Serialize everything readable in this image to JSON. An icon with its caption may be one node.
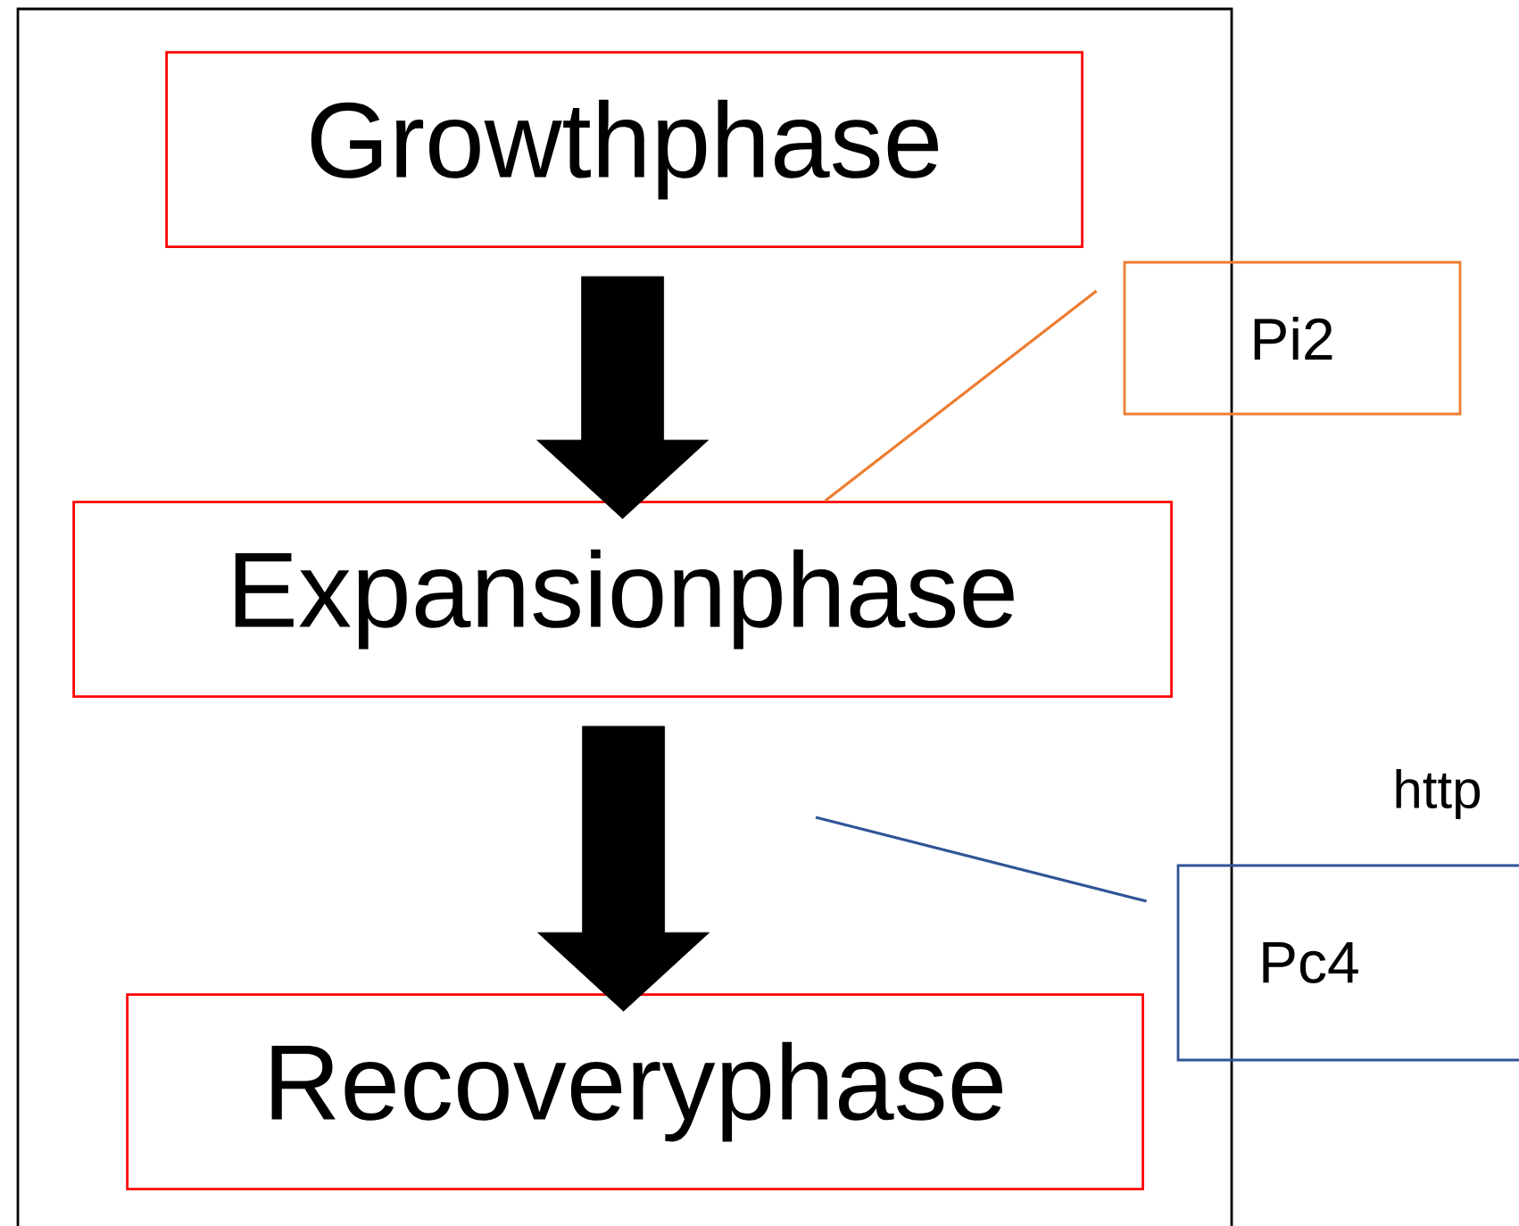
{
  "diagram": {
    "nodes": [
      {
        "text": [],
        "shape": "box"
      },
      {
        "text": [
          "Growthphase"
        ],
        "in": 0
      },
      {
        "text": [
          "Expansionphase"
        ],
        "in": 0
      },
      {
        "text": [
          "Recoveryphase"
        ],
        "in": 0
      },
      {
        "text": [
          "Pi2"
        ]
      },
      {
        "text": [
          "Pc4"
        ]
      }
    ],
    "edges": [
      {
        "from": 1,
        "to": 2,
        "arrow": "to",
        "style": "thick"
      },
      {
        "from": 2,
        "to": 3,
        "arrow": "to",
        "style": "thick"
      },
      {
        "from": 4,
        "to": 2,
        "arrow": "none",
        "color": "#ed7d31"
      },
      {
        "from": 5,
        "to": null,
        "arrow": "none",
        "color": "#2f5597"
      }
    ],
    "labels": [
      "http"
    ]
  }
}
